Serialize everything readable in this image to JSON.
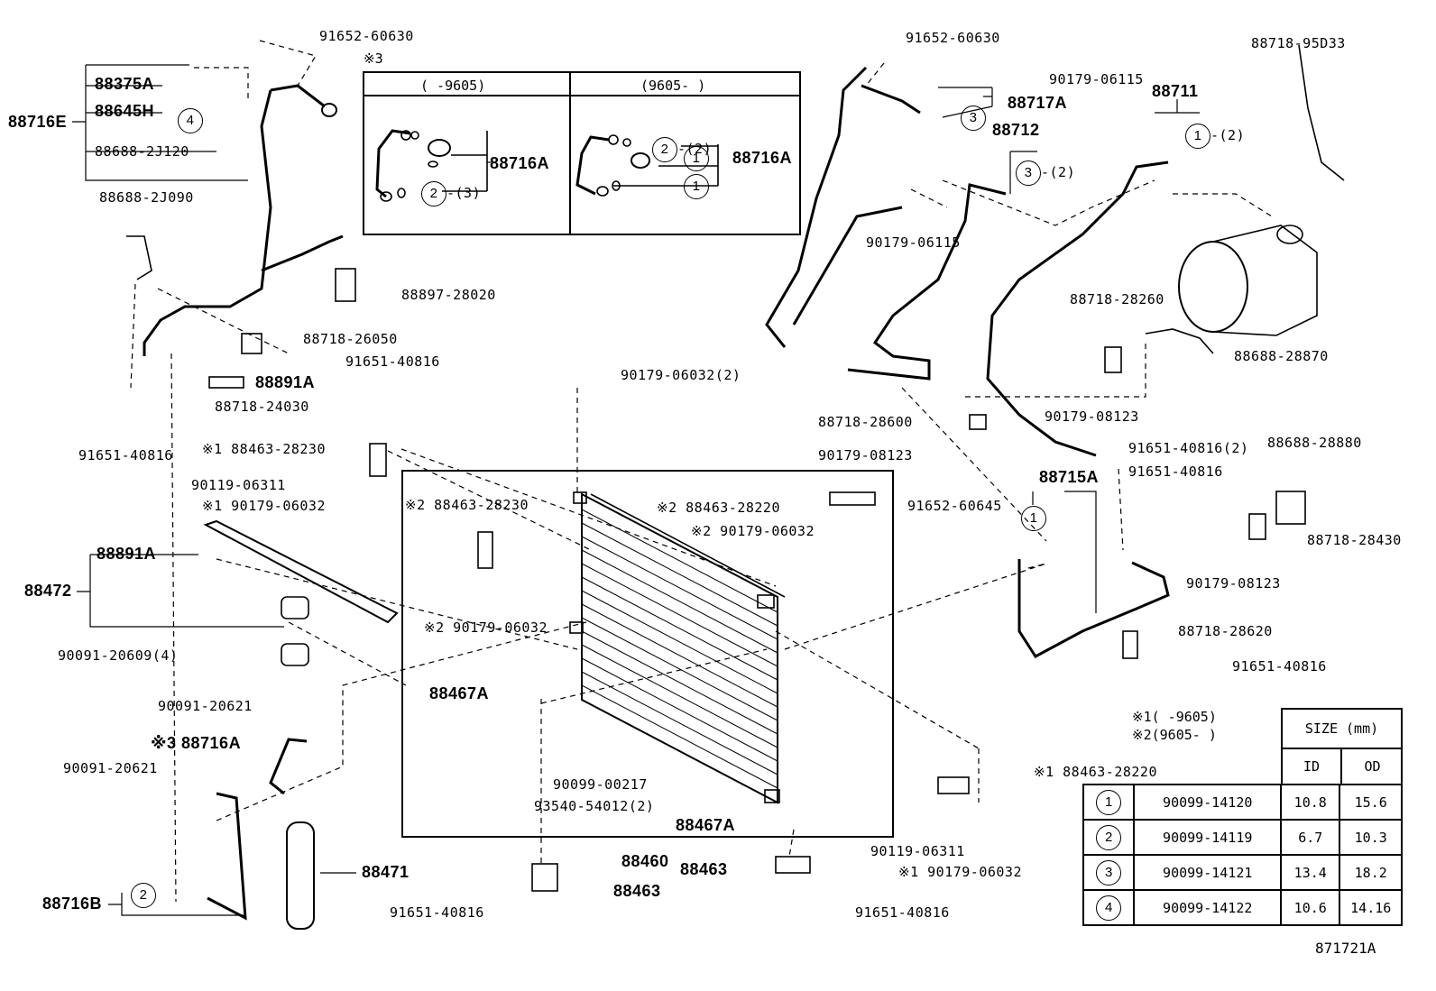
{
  "diagram_code": "871721A",
  "inset": {
    "note": "※3",
    "left_header": "(      -9605)",
    "right_header": "(9605-      )",
    "left_part": "88716A",
    "right_part": "88716A",
    "left_seal_qty": "-(3)",
    "right_seal_qty": "-(2)"
  },
  "legend": {
    "line1": "※1(      -9605)",
    "line2": "※2(9605-      )"
  },
  "size_table": {
    "title": "SIZE (mm)",
    "col_id": "ID",
    "col_od": "OD",
    "rows": [
      {
        "ref": "1",
        "part": "90099-14120",
        "id": "10.8",
        "od": "15.6"
      },
      {
        "ref": "2",
        "part": "90099-14119",
        "id": "6.7",
        "od": "10.3"
      },
      {
        "ref": "3",
        "part": "90099-14121",
        "id": "13.4",
        "od": "18.2"
      },
      {
        "ref": "4",
        "part": "90099-14122",
        "id": "10.6",
        "od": "14.16"
      }
    ]
  },
  "circle_marks": {
    "c1": "1",
    "c2": "2",
    "c3": "3",
    "c4": "4"
  },
  "labels": {
    "l_91652_60630_a": "91652-60630",
    "l_88375A": "88375A",
    "l_88645H": "88645H",
    "l_88716E": "88716E",
    "l_88688_2J120": "88688-2J120",
    "l_88688_2J090": "88688-2J090",
    "l_88897_28020": "88897-28020",
    "l_88718_26050": "88718-26050",
    "l_91651_40816_a": "91651-40816",
    "l_88891A_a": "88891A",
    "l_88718_24030": "88718-24030",
    "l_91651_40816_b": "91651-40816",
    "l_88463_28230_a": "※1 88463-28230",
    "l_90119_06311_a": "90119-06311",
    "l_90179_06032_a": "※1 90179-06032",
    "l_88891A_b": "88891A",
    "l_88472": "88472",
    "l_90091_20609": "90091-20609(4)",
    "l_90091_20621_a": "90091-20621",
    "l_88716A_b": "※3 88716A",
    "l_90091_20621_b": "90091-20621",
    "l_88716B": "88716B",
    "l_88471": "88471",
    "l_91651_40816_c": "91651-40816",
    "l_88463_a": "88463",
    "l_88460": "88460",
    "l_90179_06032_b": "90179-06032(2)",
    "l_88463_28230_b": "※2 88463-28230",
    "l_88463_28220_a": "※2 88463-28220",
    "l_90179_06032_c": "※2 90179-06032",
    "l_90179_06032_d": "※2 90179-06032",
    "l_88467A_a": "88467A",
    "l_90099_00217": "90099-00217",
    "l_93540_54012": "93540-54012(2)",
    "l_88467A_b": "88467A",
    "l_88463_b": "88463",
    "l_91651_40816_d": "91651-40816",
    "l_91652_60630_b": "91652-60630",
    "l_88717A": "88717A",
    "l_88712": "88712",
    "l_qty_88712": "-(2)",
    "l_90179_06115_a": "90179-06115",
    "l_90179_06115_b": "90179-06115",
    "l_88711": "88711",
    "l_qty_88711": "-(2)",
    "l_88718_95D33": "88718-95D33",
    "l_88718_28260": "88718-28260",
    "l_88688_28870": "88688-28870",
    "l_88718_28600": "88718-28600",
    "l_90179_08123_a": "90179-08123",
    "l_90179_08123_b": "90179-08123",
    "l_91651_40816_e": "91651-40816(2)",
    "l_88688_28880": "88688-28880",
    "l_88715A": "88715A",
    "l_91651_40816_f": "91651-40816",
    "l_91652_60645": "91652-60645",
    "l_88718_28430": "88718-28430",
    "l_90179_08123_c": "90179-08123",
    "l_88718_28620": "88718-28620",
    "l_91651_40816_g": "91651-40816",
    "l_88463_28220_b": "※1 88463-28220",
    "l_90119_06311_b": "90119-06311",
    "l_90179_06032_e": "※1 90179-06032"
  }
}
